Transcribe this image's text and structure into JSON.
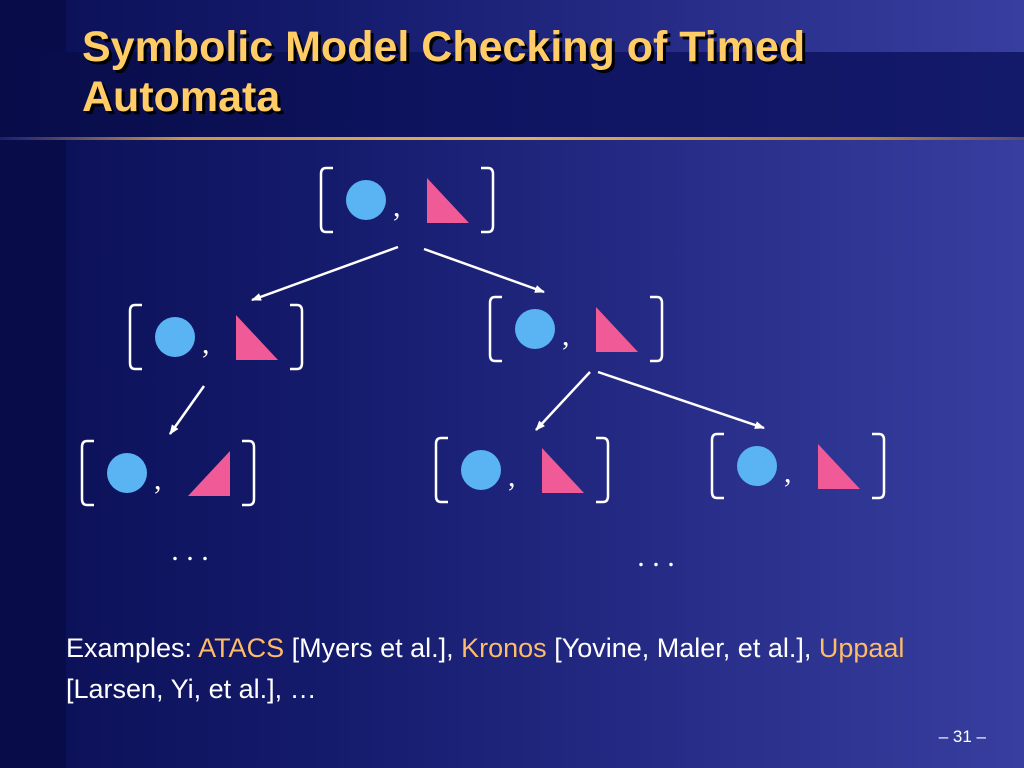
{
  "slide": {
    "title": "Symbolic Model Checking of Timed Automata",
    "slide_number": "– 31 –",
    "colors": {
      "title": "#ffcc66",
      "highlight": "#ffbb66",
      "circle": "#5ab4f4",
      "triangle": "#f05a96",
      "arrow": "#ffffff"
    }
  },
  "diagram": {
    "node_separator": ",",
    "ellipsis": ". . .",
    "nodes": [
      {
        "id": "root",
        "triangle": "right-angle-bottom-left"
      },
      {
        "id": "left",
        "triangle": "right-angle-bottom-left"
      },
      {
        "id": "right",
        "triangle": "right-angle-bottom-left"
      },
      {
        "id": "left-left",
        "triangle": "right-angle-bottom-right"
      },
      {
        "id": "right-left",
        "triangle": "right-angle-bottom-left"
      },
      {
        "id": "right-right",
        "triangle": "right-angle-bottom-left"
      }
    ],
    "edges": [
      {
        "from": "root",
        "to": "left"
      },
      {
        "from": "root",
        "to": "right"
      },
      {
        "from": "left",
        "to": "left-left"
      },
      {
        "from": "right",
        "to": "right-left"
      },
      {
        "from": "right",
        "to": "right-right"
      }
    ]
  },
  "examples": {
    "lead": "Examples: ",
    "tool1": "ATACS",
    "cite1": " [Myers et al.], ",
    "tool2": "Kronos",
    "cite2": " [Yovine, Maler, et al.], ",
    "tool3": "Uppaal",
    "cite3": " [Larsen, Yi, et al.], …"
  }
}
